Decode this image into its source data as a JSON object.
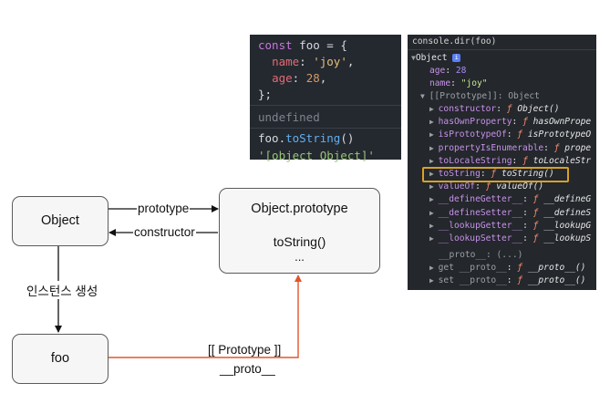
{
  "code": {
    "line1": {
      "kw": "const",
      "name": "foo",
      "rest": " = {"
    },
    "line2": {
      "key": "name",
      "value": "'joy'",
      "end": ","
    },
    "line3": {
      "key": "age",
      "value": "28",
      "end": ","
    },
    "line4": "};",
    "line5": "undefined",
    "line6": {
      "obj": "foo",
      "dot": ".",
      "fn": "toString",
      "args": "()"
    },
    "line7": "'[object Object]'"
  },
  "console": {
    "command": "console.dir(foo)",
    "root": "Object",
    "info": "i",
    "age_key": "age",
    "age_value": "28",
    "name_key": "name",
    "name_value": "\"joy\"",
    "proto_label": "[[Prototype]]: Object",
    "rows": [
      {
        "key": "constructor",
        "f": "ƒ",
        "fn": "Object()"
      },
      {
        "key": "hasOwnProperty",
        "f": "ƒ",
        "fn": "hasOwnPrope"
      },
      {
        "key": "isPrototypeOf",
        "f": "ƒ",
        "fn": "isPrototypeO"
      },
      {
        "key": "propertyIsEnumerable",
        "f": "ƒ",
        "fn": "prope"
      },
      {
        "key": "toLocaleString",
        "f": "ƒ",
        "fn": "toLocaleStr"
      },
      {
        "key": "toString",
        "f": "ƒ",
        "fn": "toString()"
      },
      {
        "key": "valueOf",
        "f": "ƒ",
        "fn": "valueOf()"
      },
      {
        "key": "__defineGetter__",
        "f": "ƒ",
        "fn": "__defineG"
      },
      {
        "key": "__defineSetter__",
        "f": "ƒ",
        "fn": "__defineS"
      },
      {
        "key": "__lookupGetter__",
        "f": "ƒ",
        "fn": "__lookupG"
      },
      {
        "key": "__lookupSetter__",
        "f": "ƒ",
        "fn": "__lookupS"
      }
    ],
    "proto_dunder": "__proto__: (...)",
    "get_row": {
      "prefix": "get __proto__",
      "f": "ƒ",
      "fn": "__proto__()"
    },
    "set_row": {
      "prefix": "set __proto__",
      "f": "ƒ",
      "fn": "__proto__()"
    }
  },
  "diagram": {
    "object_node": "Object",
    "object_prototype_title": "Object.prototype",
    "object_prototype_method": "toString()",
    "object_prototype_more": "...",
    "foo_node": "foo",
    "prototype_label": "prototype",
    "constructor_label": "constructor",
    "instance_label": "인스턴스 생성",
    "proto_link_label1": "[[ Prototype ]]",
    "proto_link_label2": "__proto__"
  },
  "colors": {
    "proto_link": "#e0552b",
    "highlight": "#d6a226"
  }
}
